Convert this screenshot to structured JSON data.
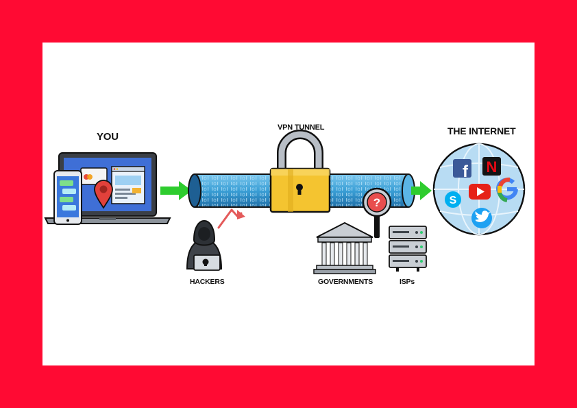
{
  "labels": {
    "you": "YOU",
    "vpn_tunnel": "VPN TUNNEL",
    "the_internet": "THE INTERNET",
    "hackers": "HACKERS",
    "governments": "GOVERNMENTS",
    "isps": "ISPs"
  },
  "icons": {
    "laptop": "laptop-icon",
    "phone": "smartphone-icon",
    "location": "map-pin-icon",
    "lock": "padlock-icon",
    "hacker": "hacker-icon",
    "magnifier": "magnifier-question-icon",
    "government": "government-building-icon",
    "servers": "server-rack-icon",
    "globe": "globe-icon",
    "facebook": "facebook-icon",
    "netflix": "netflix-icon",
    "youtube": "youtube-icon",
    "google": "google-icon",
    "skype": "skype-icon",
    "twitter": "twitter-icon"
  },
  "colors": {
    "border": "#ff0a33",
    "tunnel": "#3aa3d8",
    "lock": "#f4c430",
    "arrow": "#2ecc2e",
    "globe": "#b8dcf3"
  }
}
